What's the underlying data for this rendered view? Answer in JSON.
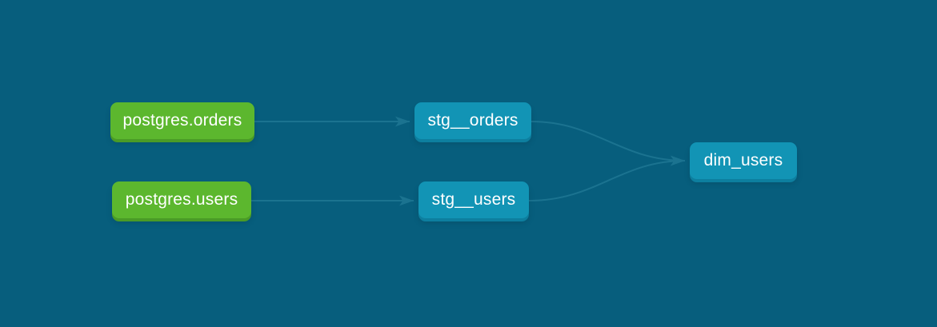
{
  "colors": {
    "background": "#075e7d",
    "edge": "#1b7390",
    "node_source": "#5cb72e",
    "node_source_shadow": "#4a9b26",
    "node_model": "#1294b5",
    "node_model_shadow": "#0d7f9f",
    "text": "#ffffff"
  },
  "diagram": {
    "type": "lineage-dag",
    "nodes": [
      {
        "id": "postgres.orders",
        "label": "postgres.orders",
        "kind": "source"
      },
      {
        "id": "postgres.users",
        "label": "postgres.users",
        "kind": "source"
      },
      {
        "id": "stg__orders",
        "label": "stg__orders",
        "kind": "model"
      },
      {
        "id": "stg__users",
        "label": "stg__users",
        "kind": "model"
      },
      {
        "id": "dim_users",
        "label": "dim_users",
        "kind": "model"
      }
    ],
    "edges": [
      {
        "from": "postgres.orders",
        "to": "stg__orders"
      },
      {
        "from": "postgres.users",
        "to": "stg__users"
      },
      {
        "from": "stg__orders",
        "to": "dim_users"
      },
      {
        "from": "stg__users",
        "to": "dim_users"
      }
    ]
  }
}
